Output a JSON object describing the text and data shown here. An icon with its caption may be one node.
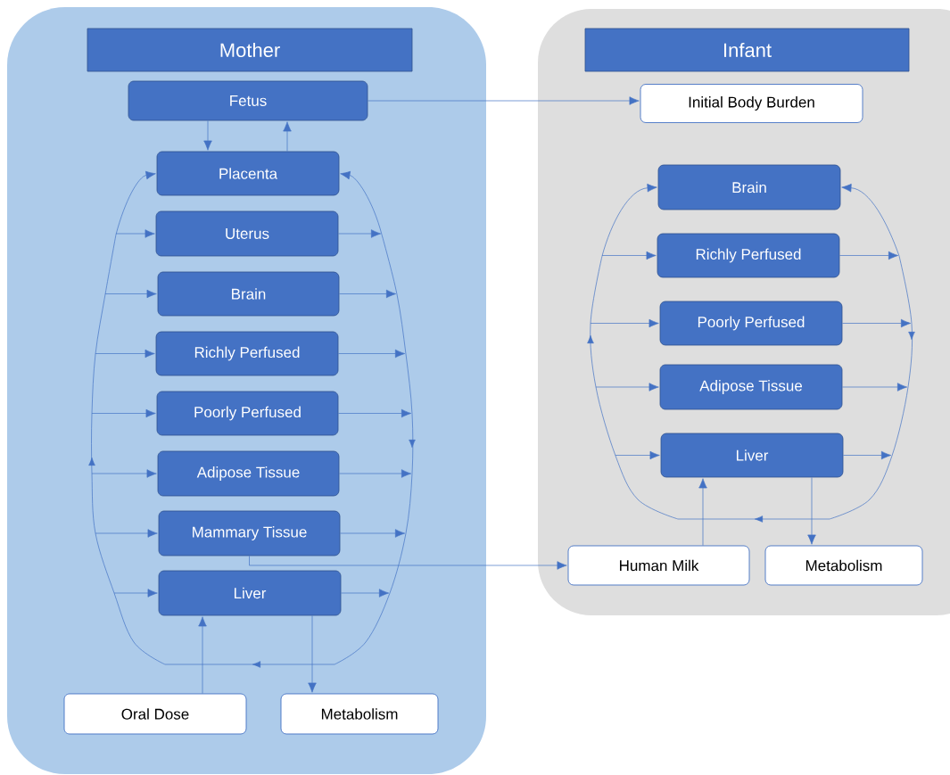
{
  "diagram": {
    "nodes": [
      {
        "text": [
          "Mother"
        ]
      },
      {
        "text": [
          "Fetus"
        ],
        "in": 0
      },
      {
        "text": [
          "Placenta"
        ],
        "in": 0
      },
      {
        "text": [
          "Uterus"
        ],
        "in": 0
      },
      {
        "text": [
          "Brain"
        ],
        "in": 0
      },
      {
        "text": [
          "Richly Perfused"
        ],
        "in": 0
      },
      {
        "text": [
          "Poorly Perfused"
        ],
        "in": 0
      },
      {
        "text": [
          "Adipose Tissue"
        ],
        "in": 0
      },
      {
        "text": [
          "Mammary Tissue"
        ],
        "in": 0
      },
      {
        "text": [
          "Liver"
        ],
        "in": 0
      },
      {
        "text": [
          "Oral Dose"
        ],
        "in": 0
      },
      {
        "text": [
          "Metabolism"
        ],
        "in": 0
      },
      {
        "text": [
          "Infant"
        ]
      },
      {
        "text": [
          "Initial Body Burden"
        ],
        "in": 12
      },
      {
        "text": [
          "Brain"
        ],
        "in": 12
      },
      {
        "text": [
          "Richly Perfused"
        ],
        "in": 12
      },
      {
        "text": [
          "Poorly Perfused"
        ],
        "in": 12
      },
      {
        "text": [
          "Adipose Tissue"
        ],
        "in": 12
      },
      {
        "text": [
          "Liver"
        ],
        "in": 12
      },
      {
        "text": [
          "Human Milk"
        ],
        "in": 12
      },
      {
        "text": [
          "Metabolism"
        ],
        "in": 12
      }
    ],
    "edges": [
      {
        "from": 1,
        "to": 2,
        "arrow": "to"
      },
      {
        "from": 2,
        "to": 1,
        "arrow": "to"
      },
      {
        "from": 1,
        "to": 13,
        "arrow": "to"
      },
      {
        "from": null,
        "to": 2,
        "arrow": "to"
      },
      {
        "from": null,
        "to": 2,
        "arrow": "to"
      },
      {
        "from": null,
        "to": 3,
        "arrow": "to"
      },
      {
        "from": null,
        "to": 4,
        "arrow": "to"
      },
      {
        "from": null,
        "to": 5,
        "arrow": "to"
      },
      {
        "from": null,
        "to": 6,
        "arrow": "to"
      },
      {
        "from": null,
        "to": 7,
        "arrow": "to"
      },
      {
        "from": null,
        "to": 8,
        "arrow": "to"
      },
      {
        "from": null,
        "to": 9,
        "arrow": "to"
      },
      {
        "from": 3,
        "to": null,
        "arrow": "to"
      },
      {
        "from": 4,
        "to": null,
        "arrow": "to"
      },
      {
        "from": 5,
        "to": null,
        "arrow": "to"
      },
      {
        "from": 6,
        "to": null,
        "arrow": "to"
      },
      {
        "from": 7,
        "to": null,
        "arrow": "to"
      },
      {
        "from": 8,
        "to": null,
        "arrow": "to"
      },
      {
        "from": 9,
        "to": null,
        "arrow": "to"
      },
      {
        "from": 10,
        "to": 9,
        "arrow": "to"
      },
      {
        "from": 9,
        "to": 11,
        "arrow": "to"
      },
      {
        "from": 8,
        "to": 19,
        "arrow": "to"
      },
      {
        "from": null,
        "to": 14,
        "arrow": "to"
      },
      {
        "from": null,
        "to": 14,
        "arrow": "to"
      },
      {
        "from": null,
        "to": 15,
        "arrow": "to"
      },
      {
        "from": null,
        "to": 16,
        "arrow": "to"
      },
      {
        "from": null,
        "to": 17,
        "arrow": "to"
      },
      {
        "from": null,
        "to": 18,
        "arrow": "to"
      },
      {
        "from": 15,
        "to": null,
        "arrow": "to"
      },
      {
        "from": 16,
        "to": null,
        "arrow": "to"
      },
      {
        "from": 17,
        "to": null,
        "arrow": "to"
      },
      {
        "from": 18,
        "to": null,
        "arrow": "to"
      },
      {
        "from": 19,
        "to": 18,
        "arrow": "to"
      },
      {
        "from": 18,
        "to": 20,
        "arrow": "to"
      }
    ]
  }
}
